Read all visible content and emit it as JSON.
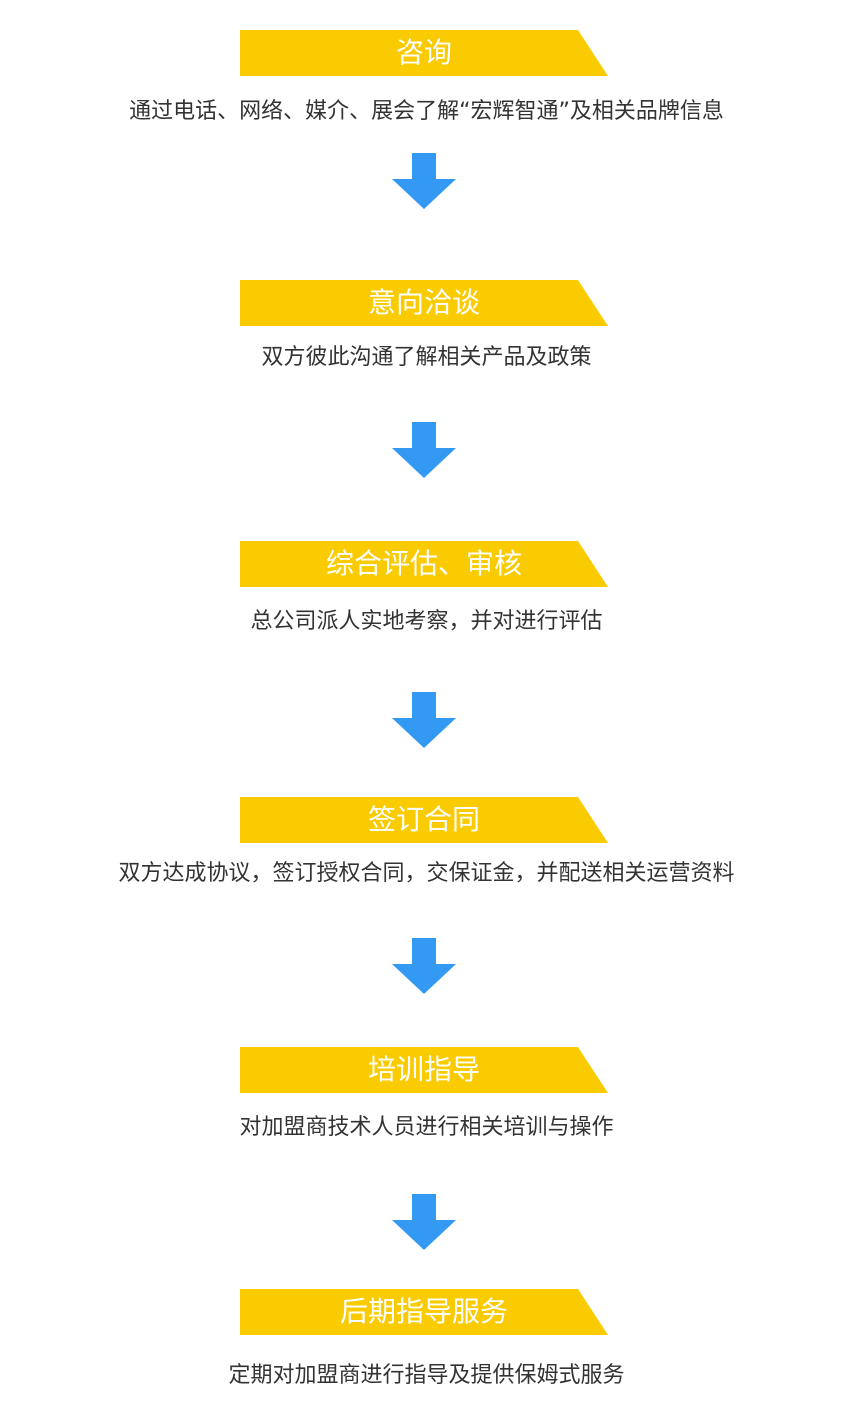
{
  "colors": {
    "banner": "#FACB00",
    "banner_text": "#FFFFFF",
    "arrow": "#3399F3",
    "desc_text": "#333333"
  },
  "steps": [
    {
      "title": "咨询",
      "desc": "通过电话、网络、媒介、展会了解“宏辉智通”及相关品牌信息"
    },
    {
      "title": "意向洽谈",
      "desc": "双方彼此沟通了解相关产品及政策"
    },
    {
      "title": "综合评估、审核",
      "desc": "总公司派人实地考察，并对进行评估"
    },
    {
      "title": "签订合同",
      "desc": "双方达成协议，签订授权合同，交保证金，并配送相关运营资料"
    },
    {
      "title": "培训指导",
      "desc": "对加盟商技术人员进行相关培训与操作"
    },
    {
      "title": "后期指导服务",
      "desc": "定期对加盟商进行指导及提供保姆式服务"
    }
  ],
  "arrow_icon": "arrow-down-icon"
}
